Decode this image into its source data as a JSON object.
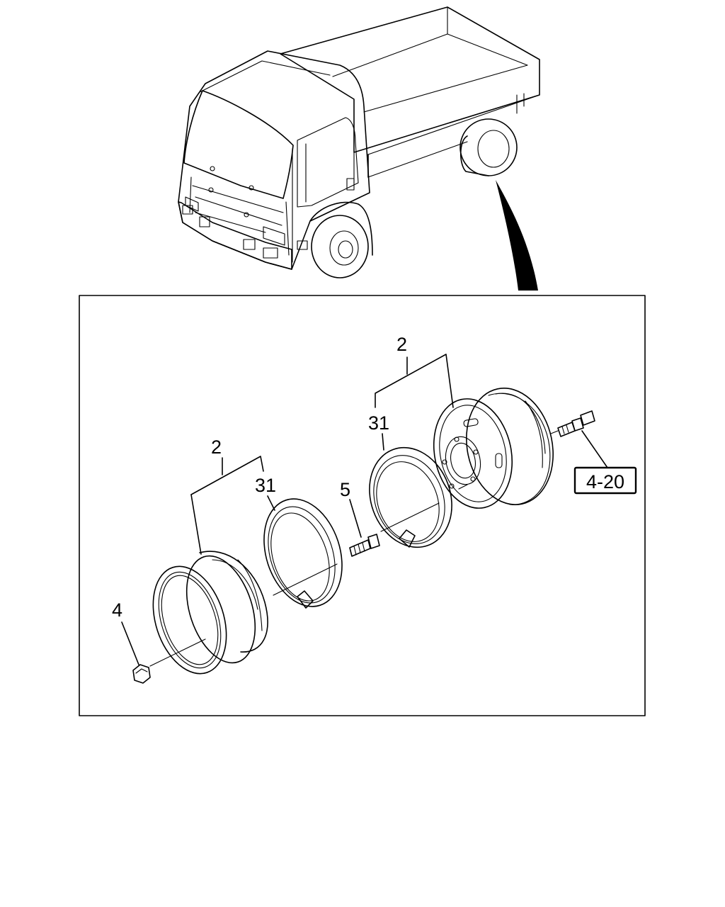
{
  "diagram": {
    "callouts": {
      "wheel_upper": "2",
      "wheel_lower": "2",
      "ring_upper": "31",
      "ring_lower": "31",
      "bolt": "5",
      "nut": "4",
      "reference": "4-20"
    },
    "colors": {
      "line": "#000000",
      "background": "#ffffff"
    }
  }
}
